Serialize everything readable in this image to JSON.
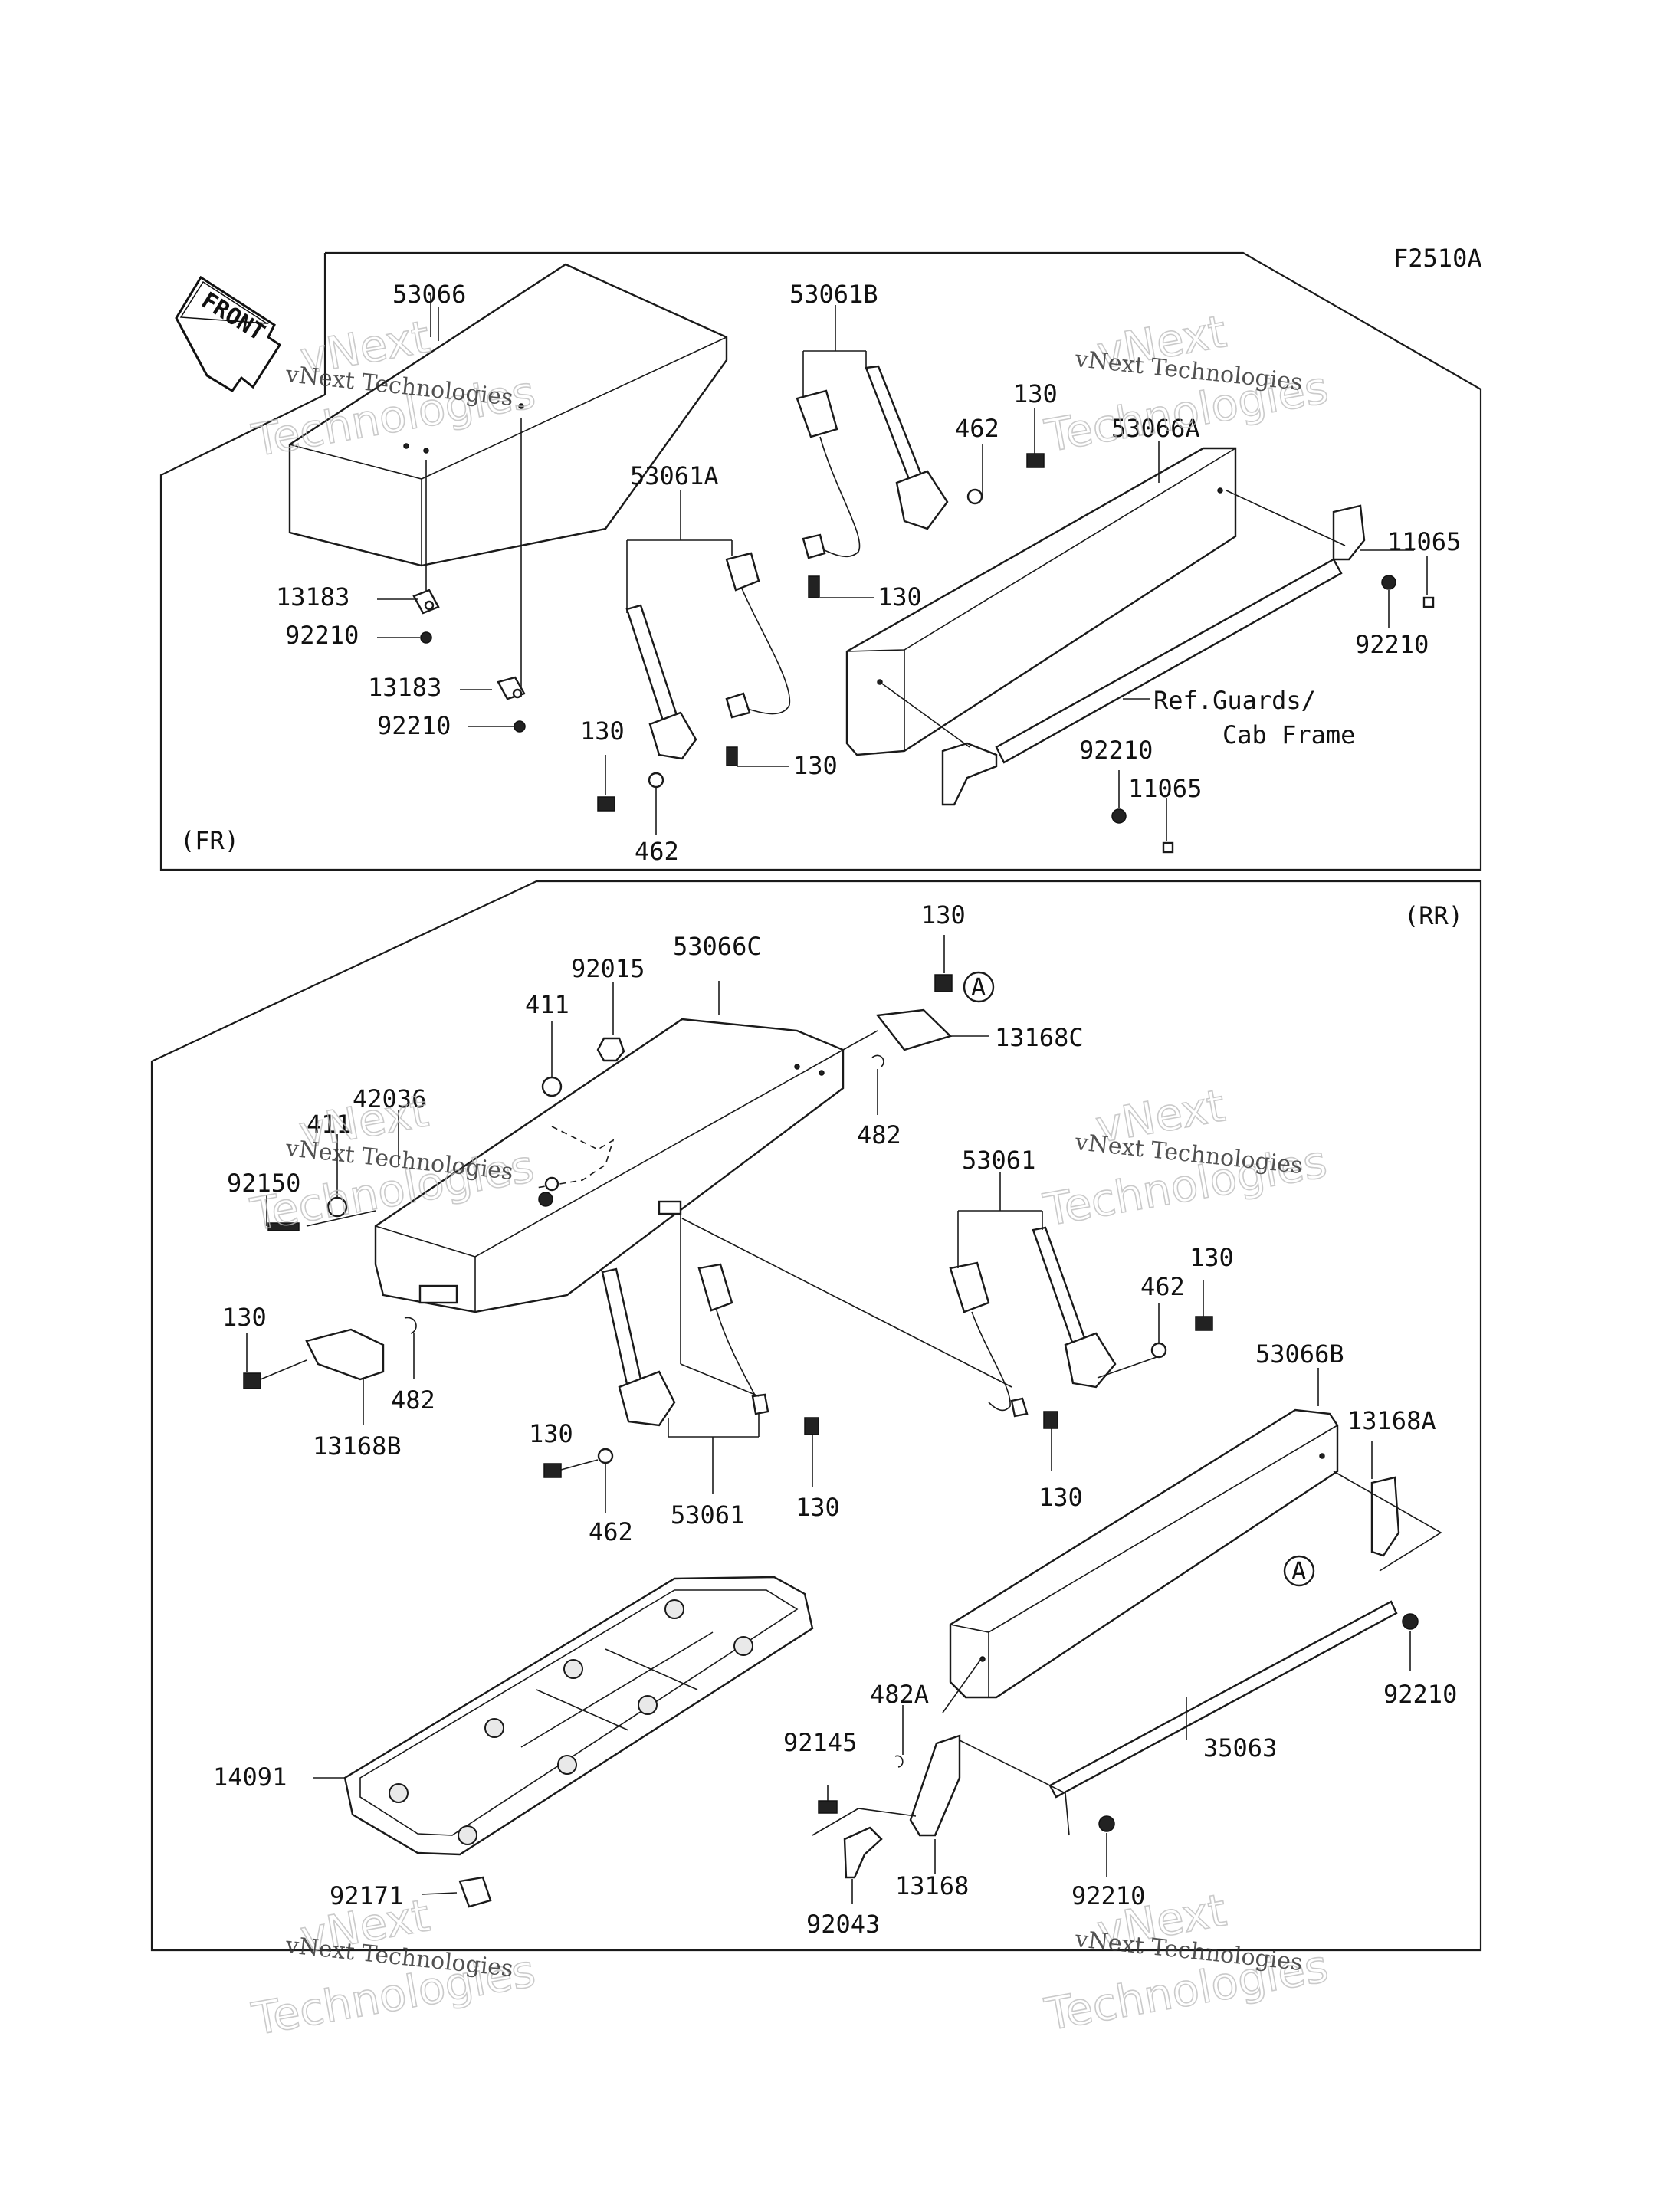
{
  "figure_code": "F2510A",
  "front_label": "FRONT",
  "panels": {
    "front": {
      "label": "(FR)"
    },
    "rear": {
      "label": "(RR)"
    }
  },
  "watermark": {
    "line1": "vNext Technologies",
    "line2": "vNext",
    "line3": "Technologies"
  },
  "callouts": {
    "c53066": "53066",
    "c53061B": "53061B",
    "c130_a": "130",
    "c462_a": "462",
    "c53066A": "53066A",
    "c11065_a": "11065",
    "c53061A": "53061A",
    "c13183_a": "13183",
    "c92210_a": "92210",
    "c13183_b": "13183",
    "c92210_b": "92210",
    "c130_b": "130",
    "c92210_c": "92210",
    "c ref1": "Ref.Guards/",
    "cref2": "Cab Frame",
    "c130_c": "130",
    "c130_d": "130",
    "c92210_d": "92210",
    "c11065_b": "11065",
    "c462_b": "462",
    "c130_e": "130",
    "c92015": "92015",
    "c53066C": "53066C",
    "c411_a": "411",
    "c13168C": "13168C",
    "cA_a": "A",
    "c482_a": "482",
    "c42036": "42036",
    "c411_b": "411",
    "c53061_a": "53061",
    "c92150": "92150",
    "c130_f": "130",
    "c462_c": "462",
    "c130_g": "130",
    "c482_b": "482",
    "c13168B": "13168B",
    "c130_h": "130",
    "c130_i": "130",
    "c53066B": "53066B",
    "c13168A": "13168A",
    "c462_d": "462",
    "c53061_b": "53061",
    "c130_j": "130",
    "cA_b": "A",
    "c92210_e": "92210",
    "c482A": "482A",
    "c14091": "14091",
    "c92145": "92145",
    "c35063": "35063",
    "c13168": "13168",
    "c92043": "92043",
    "c92210_f": "92210",
    "c92171": "92171"
  }
}
